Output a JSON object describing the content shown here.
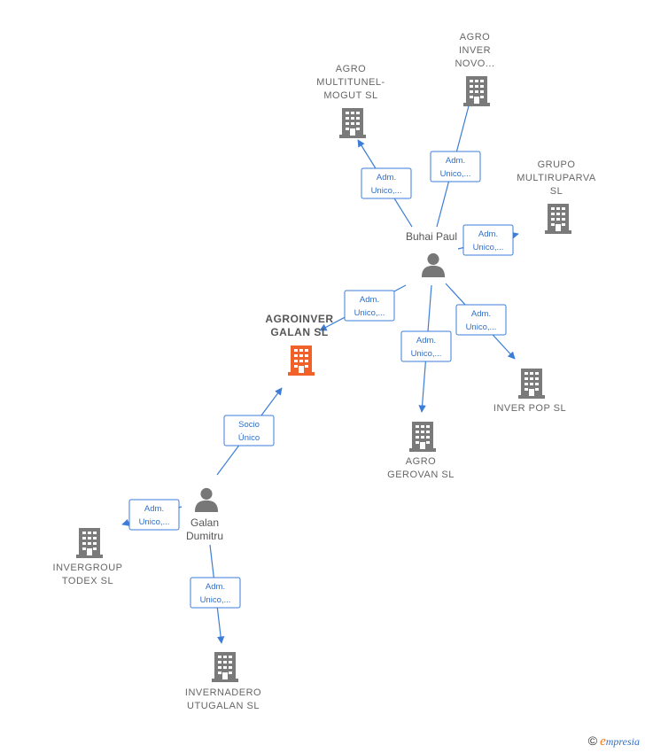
{
  "colors": {
    "edge": "#3b7dd8",
    "company": "#7a7a7a",
    "main_company": "#f0622a",
    "person": "#777777"
  },
  "companies": [
    {
      "id": "agroinver",
      "lines": [
        "AGROINVER",
        "GALAN  SL"
      ],
      "main": true
    },
    {
      "id": "multitunel",
      "lines": [
        "AGRO",
        "MULTITUNEL-",
        "MOGUT  SL"
      ]
    },
    {
      "id": "invernovo",
      "lines": [
        "AGRO",
        "INVER",
        "NOVO..."
      ]
    },
    {
      "id": "multiruparva",
      "lines": [
        "GRUPO",
        "MULTIRUPARVA",
        "SL"
      ]
    },
    {
      "id": "inverpop",
      "lines": [
        "INVER POP  SL"
      ]
    },
    {
      "id": "gerovan",
      "lines": [
        "AGRO",
        "GEROVAN  SL"
      ]
    },
    {
      "id": "invergroup",
      "lines": [
        "INVERGROUP",
        "TODEX  SL"
      ]
    },
    {
      "id": "invernadero",
      "lines": [
        "INVERNADERO",
        "UTUGALAN  SL"
      ]
    }
  ],
  "persons": [
    {
      "id": "buhai",
      "lines": [
        "Buhai Paul"
      ]
    },
    {
      "id": "galan",
      "lines": [
        "Galan",
        "Dumitru"
      ]
    }
  ],
  "edges": [
    {
      "id": "buhai-multitunel",
      "lines": [
        "Adm.",
        "Unico,..."
      ]
    },
    {
      "id": "buhai-invernovo",
      "lines": [
        "Adm.",
        "Unico,..."
      ]
    },
    {
      "id": "buhai-multiruparva",
      "lines": [
        "Adm.",
        "Unico,..."
      ]
    },
    {
      "id": "buhai-agroinver",
      "lines": [
        "Adm.",
        "Unico,..."
      ]
    },
    {
      "id": "buhai-gerovan",
      "lines": [
        "Adm.",
        "Unico,..."
      ]
    },
    {
      "id": "buhai-inverpop",
      "lines": [
        "Adm.",
        "Unico,..."
      ]
    },
    {
      "id": "galan-agroinver",
      "lines": [
        "Socio",
        "Único"
      ]
    },
    {
      "id": "galan-invergroup",
      "lines": [
        "Adm.",
        "Unico,..."
      ]
    },
    {
      "id": "galan-invernadero",
      "lines": [
        "Adm.",
        "Unico,..."
      ]
    }
  ],
  "footer": {
    "copyright": "©",
    "brand_first": "e",
    "brand_rest": "mpresia"
  }
}
